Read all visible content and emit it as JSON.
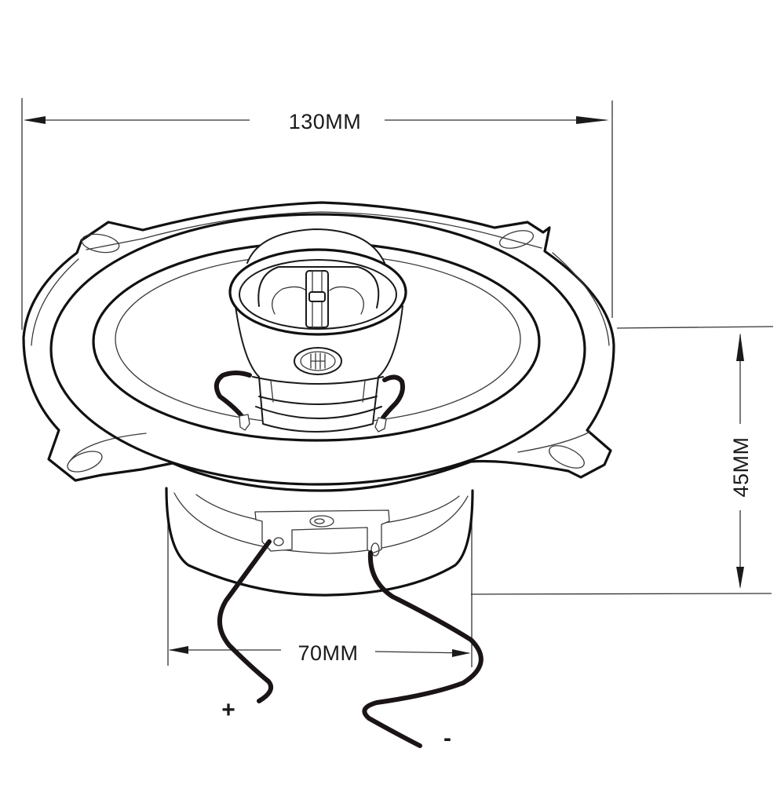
{
  "diagram": {
    "subject": "Coaxial car speaker dimension drawing",
    "dimensions": {
      "width": {
        "label": "130MM",
        "value": 130,
        "unit": "MM"
      },
      "height": {
        "label": "45MM",
        "value": 45,
        "unit": "MM"
      },
      "magnet_diameter": {
        "label": "70MM",
        "value": 70,
        "unit": "MM"
      }
    },
    "terminals": {
      "positive": {
        "label": "+"
      },
      "negative": {
        "label": "-"
      }
    },
    "colors": {
      "line": "#111111",
      "wire": "#1b1416",
      "background": "#ffffff"
    }
  }
}
